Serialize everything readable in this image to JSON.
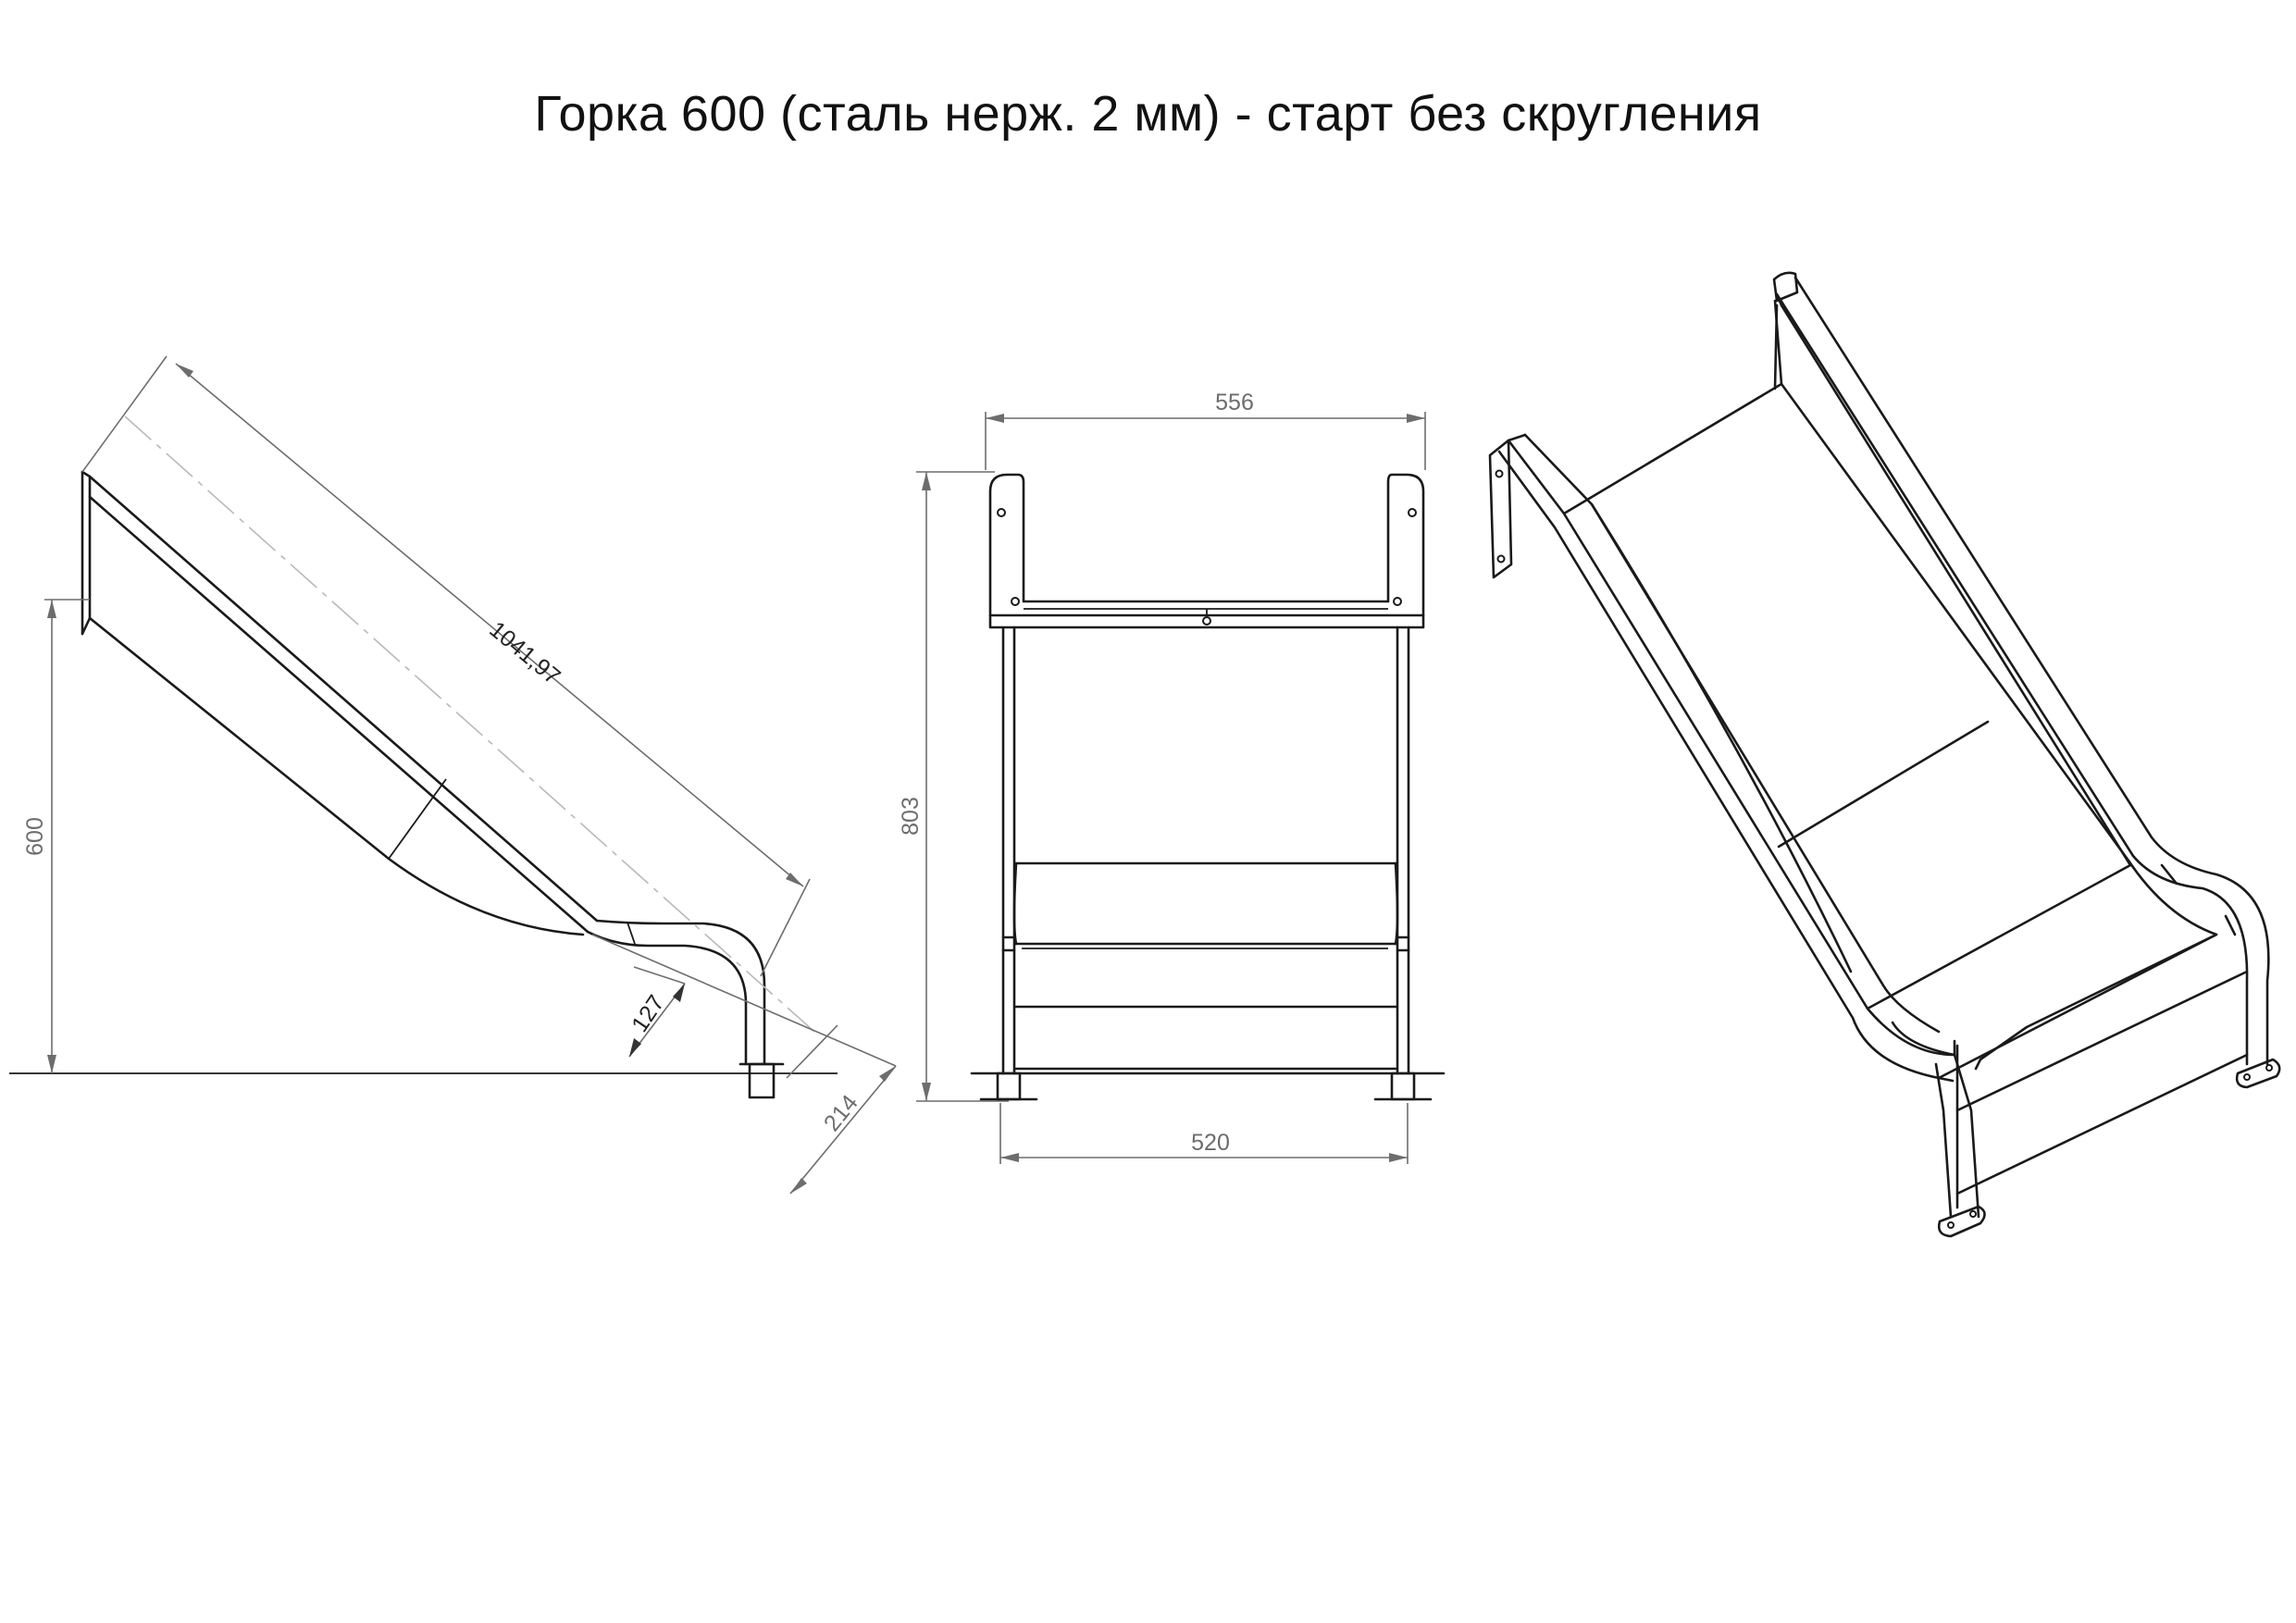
{
  "title": "Горка 600 (сталь нерж. 2 мм) - старт без скругления",
  "dimensions": {
    "slide_length": "1041,97",
    "height": "600",
    "exit_height": "127",
    "exit_length": "214",
    "top_width": "556",
    "total_height": "803",
    "base_width": "520"
  },
  "colors": {
    "line": "#1a1a1a",
    "dimension": "#6d6d6d",
    "centerline": "#b9b9b9"
  }
}
